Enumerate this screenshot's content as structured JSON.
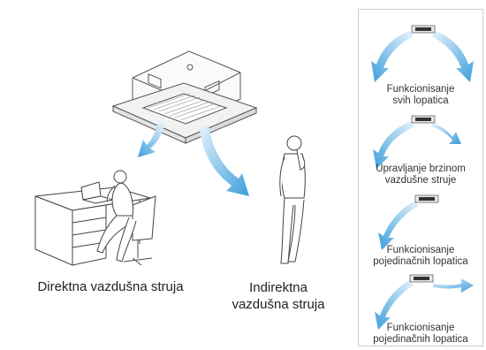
{
  "captions": {
    "direct": "Direktna vazdušna struja",
    "indirect_line1": "Indirektna",
    "indirect_line2": "vazdušna struja"
  },
  "panel": {
    "items": [
      {
        "line1": "Funkcionisanje",
        "line2": "svih lopatica"
      },
      {
        "line1": "Upravljanje brzinom",
        "line2": "vazdušne struje"
      },
      {
        "line1": "Funkcionisanje",
        "line2": "pojedinačnih lopatica"
      },
      {
        "line1": "Funkcionisanje",
        "line2": "pojedinačnih lopatica"
      }
    ]
  },
  "colors": {
    "airflow": "#4aa6de",
    "airflow_light": "#cfe7f6",
    "line": "#555555"
  },
  "icons": [
    "cassette-ac-unit",
    "office-desk",
    "person-on-phone",
    "airflow-arrow"
  ]
}
